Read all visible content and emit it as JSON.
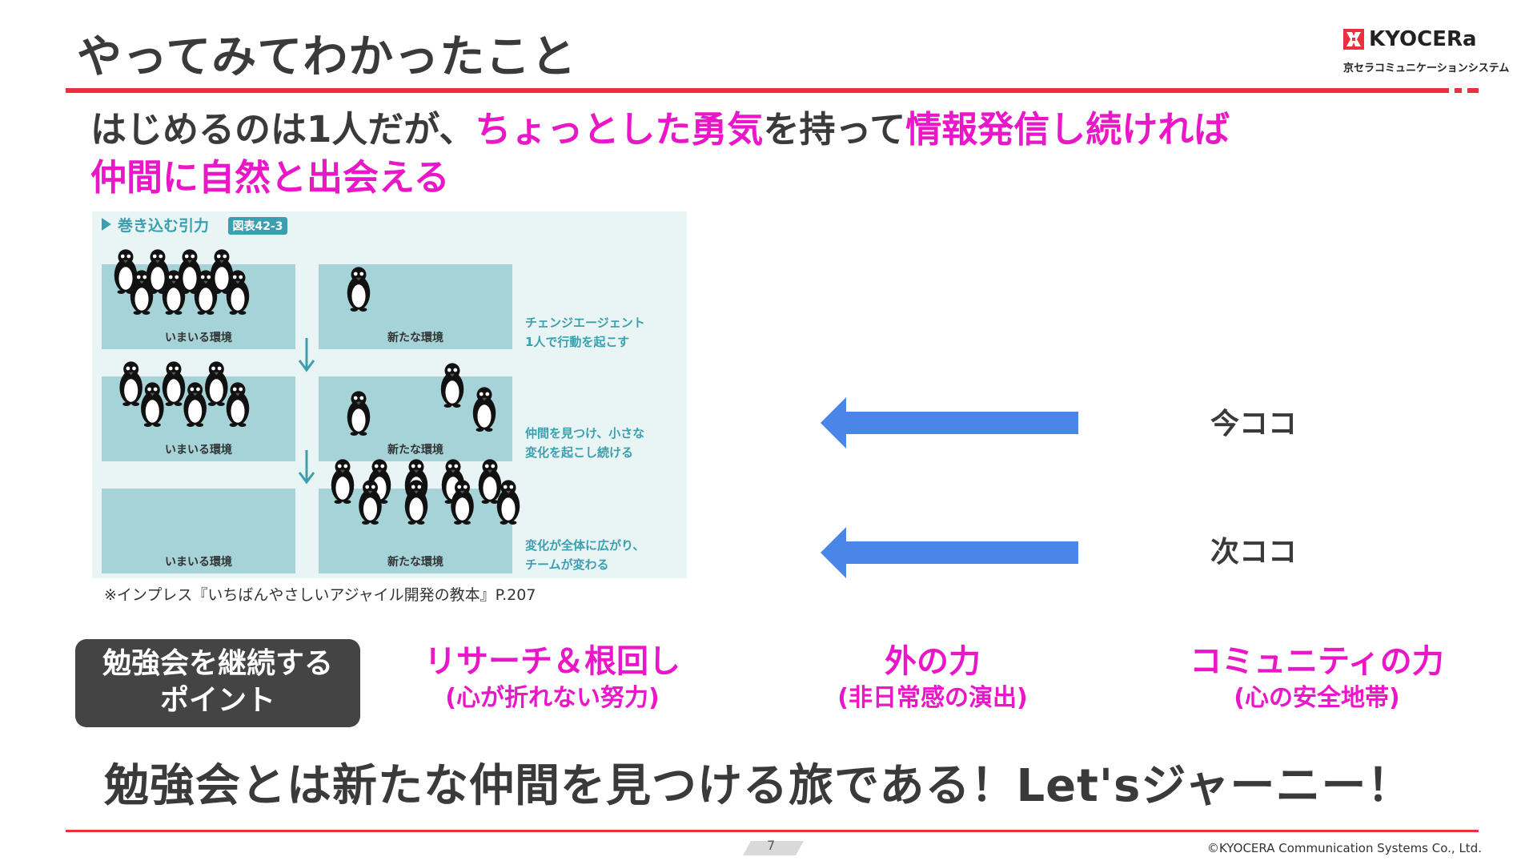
{
  "slide": {
    "title": "やってみてわかったこと",
    "page_number": "7",
    "copyright": "©KYOCERA Communication Systems Co., Ltd."
  },
  "logo": {
    "wordmark": "KYOCERa",
    "subtitle": "京セラコミュニケーションシステム",
    "brand_color": "#e8313c"
  },
  "headline": {
    "part1": "はじめるのは1人だが、",
    "part2": "ちょっとした勇気",
    "part3": "を持って",
    "part4": "情報発信し続ければ",
    "part5": "仲間に自然と出会える"
  },
  "figure": {
    "title": "巻き込む引力",
    "tag": "図表42-3",
    "rows": [
      {
        "left_label": "いまいる環境",
        "right_label": "新たな環境",
        "note_line1": "チェンジエージェント",
        "note_line2": "1人で行動を起こす",
        "left_penguins": 8,
        "right_penguins": 1
      },
      {
        "left_label": "いまいる環境",
        "right_label": "新たな環境",
        "note_line1": "仲間を見つけ、小さな",
        "note_line2": "変化を起こし続ける",
        "left_penguins": 6,
        "right_penguins": 3
      },
      {
        "left_label": "いまいる環境",
        "right_label": "新たな環境",
        "note_line1": "変化が全体に広がり、",
        "note_line2": "チームが変わる",
        "left_penguins": 0,
        "right_penguins": 9
      }
    ],
    "caption": "※インプレス『いちばんやさしいアジャイル開発の教本』P.207",
    "panel_color": "#a5d3d8",
    "note_color": "#3aa0b0"
  },
  "arrows": {
    "color": "#4a86e8",
    "now_label": "今ココ",
    "next_label": "次ココ"
  },
  "points": {
    "box_line1": "勉強会を継続する",
    "box_line2": "ポイント",
    "items": [
      {
        "main": "リサーチ＆根回し",
        "sub": "(心が折れない努力)"
      },
      {
        "main": "外の力",
        "sub": "(非日常感の演出)"
      },
      {
        "main": "コミュニティの力",
        "sub": "(心の安全地帯)"
      }
    ],
    "accent_color": "#ea17c9"
  },
  "conclusion": "勉強会とは新たな仲間を見つける旅である！Let'sジャーニー！"
}
